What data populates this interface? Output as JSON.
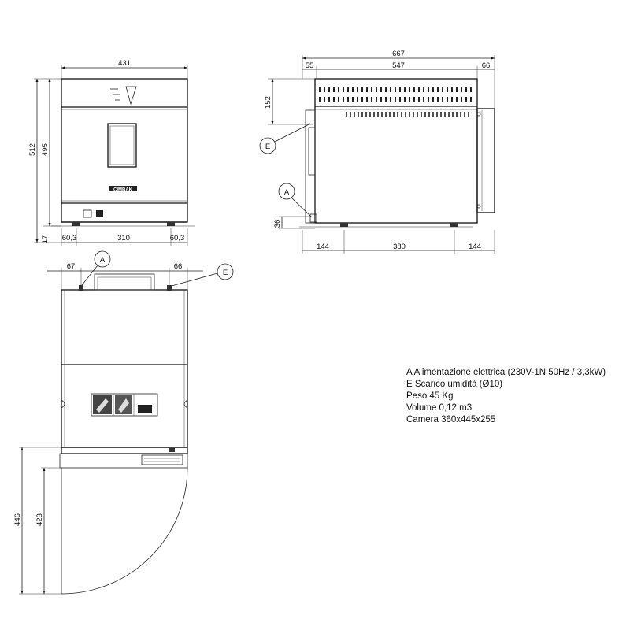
{
  "front_view": {
    "width_total": "431",
    "height_total": "512",
    "height_body": "495",
    "foot_height": "17",
    "foot_left": "60,3",
    "foot_spacing": "310",
    "foot_right": "60,3",
    "brand_logo": "CIMBAK"
  },
  "side_view": {
    "depth_total": "667",
    "depth_rear": "55",
    "depth_body": "547",
    "depth_door": "66",
    "height_top": "152",
    "inlet_height": "36",
    "foot_rear": "144",
    "foot_spacing": "380",
    "foot_front": "144",
    "label_a": "A",
    "label_e": "E"
  },
  "top_view": {
    "offset_a": "67",
    "offset_e": "66",
    "door_swing_total": "446",
    "door_swing": "423",
    "label_a": "A",
    "label_e": "E"
  },
  "legend": {
    "line1": "A Alimentazione elettrica (230V-1N 50Hz / 3,3kW)",
    "line2": "E Scarico umidità (Ø10)",
    "line3": "Peso 45 Kg",
    "line4": "Volume 0,12 m3",
    "line5": "Camera 360x445x255"
  }
}
